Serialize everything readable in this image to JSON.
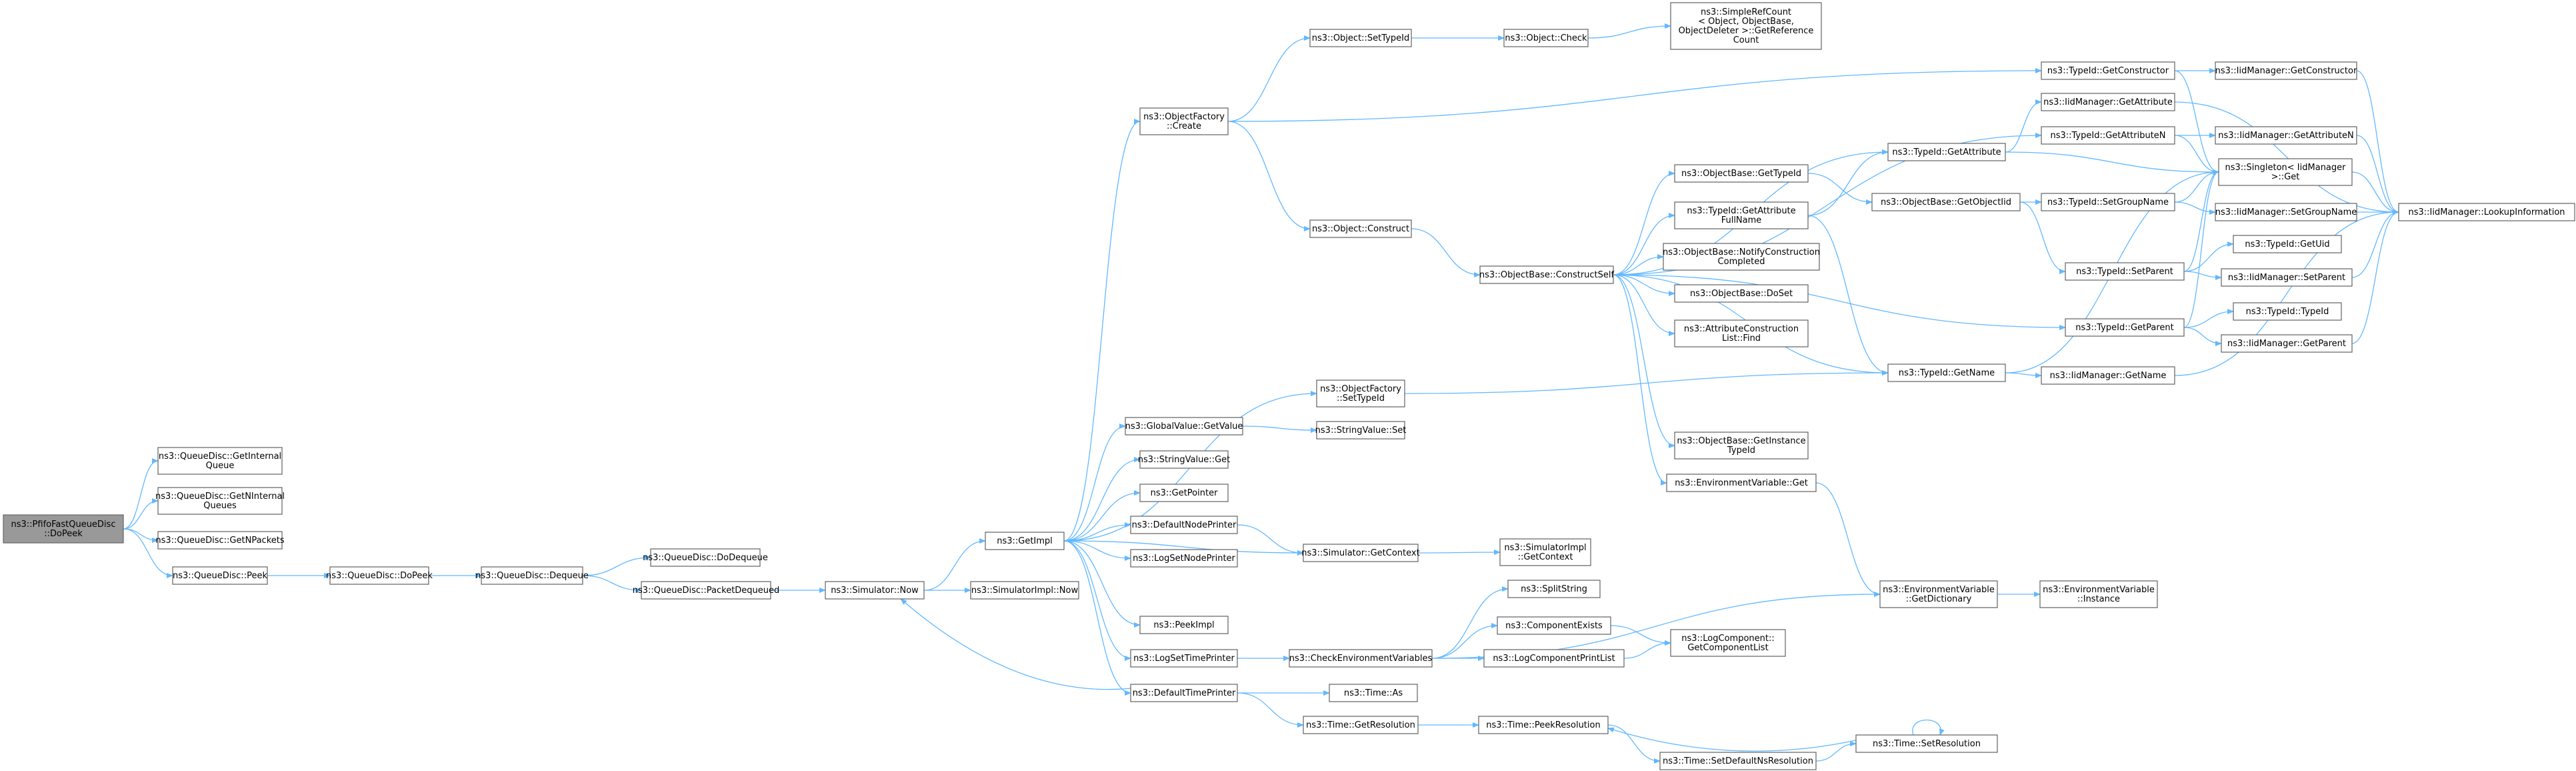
{
  "colors": {
    "edge": "#63b8ff",
    "node_border": "#606060",
    "root_fill": "#999999",
    "node_fill": "#ffffff"
  },
  "nodes": [
    {
      "id": "root",
      "lines": [
        "ns3::PfifoFastQueueDisc",
        "::DoPeek"
      ],
      "root": true
    },
    {
      "id": "qd_getinternalqueue",
      "lines": [
        "ns3::QueueDisc::GetInternal",
        "Queue"
      ]
    },
    {
      "id": "qd_getninternalqueues",
      "lines": [
        "ns3::QueueDisc::GetNInternal",
        "Queues"
      ]
    },
    {
      "id": "qd_getnpackets",
      "lines": [
        "ns3::QueueDisc::GetNPackets"
      ]
    },
    {
      "id": "qd_peek",
      "lines": [
        "ns3::QueueDisc::Peek"
      ]
    },
    {
      "id": "qd_dopeek",
      "lines": [
        "ns3::QueueDisc::DoPeek"
      ]
    },
    {
      "id": "qd_dequeue",
      "lines": [
        "ns3::QueueDisc::Dequeue"
      ]
    },
    {
      "id": "qd_dodequeue",
      "lines": [
        "ns3::QueueDisc::DoDequeue"
      ]
    },
    {
      "id": "qd_packetdequeued",
      "lines": [
        "ns3::QueueDisc::PacketDequeued"
      ]
    },
    {
      "id": "sim_now",
      "lines": [
        "ns3::Simulator::Now"
      ]
    },
    {
      "id": "getimpl",
      "lines": [
        "ns3::GetImpl"
      ]
    },
    {
      "id": "simimpl_now",
      "lines": [
        "ns3::SimulatorImpl::Now"
      ]
    },
    {
      "id": "of_create",
      "lines": [
        "ns3::ObjectFactory",
        "::Create"
      ]
    },
    {
      "id": "obj_settypeid",
      "lines": [
        "ns3::Object::SetTypeId"
      ]
    },
    {
      "id": "obj_check",
      "lines": [
        "ns3::Object::Check"
      ]
    },
    {
      "id": "simplerefcount",
      "lines": [
        "ns3::SimpleRefCount",
        "< Object, ObjectBase,",
        "ObjectDeleter >::GetReference",
        "Count"
      ]
    },
    {
      "id": "obj_construct",
      "lines": [
        "ns3::Object::Construct"
      ]
    },
    {
      "id": "ob_constructself",
      "lines": [
        "ns3::ObjectBase::ConstructSelf"
      ]
    },
    {
      "id": "ob_gettypeid",
      "lines": [
        "ns3::ObjectBase::GetTypeId"
      ]
    },
    {
      "id": "tid_getattrfullname",
      "lines": [
        "ns3::TypeId::GetAttribute",
        "FullName"
      ]
    },
    {
      "id": "ob_notifyconstruction",
      "lines": [
        "ns3::ObjectBase::NotifyConstruction",
        "Completed"
      ]
    },
    {
      "id": "ob_doset",
      "lines": [
        "ns3::ObjectBase::DoSet"
      ]
    },
    {
      "id": "acl_find",
      "lines": [
        "ns3::AttributeConstruction",
        "List::Find"
      ]
    },
    {
      "id": "ob_getinstancetypeid",
      "lines": [
        "ns3::ObjectBase::GetInstance",
        "TypeId"
      ]
    },
    {
      "id": "envvar_get",
      "lines": [
        "ns3::EnvironmentVariable::Get"
      ]
    },
    {
      "id": "tid_getattribute",
      "lines": [
        "ns3::TypeId::GetAttribute"
      ]
    },
    {
      "id": "ob_getobjectiid",
      "lines": [
        "ns3::ObjectBase::GetObjectIid"
      ]
    },
    {
      "id": "tid_getname",
      "lines": [
        "ns3::TypeId::GetName"
      ]
    },
    {
      "id": "tid_getconstructor",
      "lines": [
        "ns3::TypeId::GetConstructor"
      ]
    },
    {
      "id": "iidm_getconstructor",
      "lines": [
        "ns3::IidManager::GetConstructor"
      ]
    },
    {
      "id": "iidm_getattribute",
      "lines": [
        "ns3::IidManager::GetAttribute"
      ]
    },
    {
      "id": "tid_getattributen",
      "lines": [
        "ns3::TypeId::GetAttributeN"
      ]
    },
    {
      "id": "iidm_getattributen",
      "lines": [
        "ns3::IidManager::GetAttributeN"
      ]
    },
    {
      "id": "singleton_get",
      "lines": [
        "ns3::Singleton< IidManager",
        ">::Get"
      ]
    },
    {
      "id": "tid_setgroupname",
      "lines": [
        "ns3::TypeId::SetGroupName"
      ]
    },
    {
      "id": "iidm_setgroupname",
      "lines": [
        "ns3::IidManager::SetGroupName"
      ]
    },
    {
      "id": "iidm_lookupinfo",
      "lines": [
        "ns3::IidManager::LookupInformation"
      ]
    },
    {
      "id": "tid_setparent",
      "lines": [
        "ns3::TypeId::SetParent"
      ]
    },
    {
      "id": "tid_getuid",
      "lines": [
        "ns3::TypeId::GetUid"
      ]
    },
    {
      "id": "iidm_setparent",
      "lines": [
        "ns3::IidManager::SetParent"
      ]
    },
    {
      "id": "tid_getparent",
      "lines": [
        "ns3::TypeId::GetParent"
      ]
    },
    {
      "id": "tid_typeid",
      "lines": [
        "ns3::TypeId::TypeId"
      ]
    },
    {
      "id": "iidm_getparent",
      "lines": [
        "ns3::IidManager::GetParent"
      ]
    },
    {
      "id": "iidm_getname",
      "lines": [
        "ns3::IidManager::GetName"
      ]
    },
    {
      "id": "of_settypeid",
      "lines": [
        "ns3::ObjectFactory",
        "::SetTypeId"
      ]
    },
    {
      "id": "gv_getvalue",
      "lines": [
        "ns3::GlobalValue::GetValue"
      ]
    },
    {
      "id": "sv_set",
      "lines": [
        "ns3::StringValue::Set"
      ]
    },
    {
      "id": "sv_get",
      "lines": [
        "ns3::StringValue::Get"
      ]
    },
    {
      "id": "getpointer",
      "lines": [
        "ns3::GetPointer"
      ]
    },
    {
      "id": "defaultnodeprinter",
      "lines": [
        "ns3::DefaultNodePrinter"
      ]
    },
    {
      "id": "sim_getcontext",
      "lines": [
        "ns3::Simulator::GetContext"
      ]
    },
    {
      "id": "simimpl_getcontext",
      "lines": [
        "ns3::SimulatorImpl",
        "::GetContext"
      ]
    },
    {
      "id": "logsetnodeprinter",
      "lines": [
        "ns3::LogSetNodePrinter"
      ]
    },
    {
      "id": "peekimpl",
      "lines": [
        "ns3::PeekImpl"
      ]
    },
    {
      "id": "logsettimeprinter",
      "lines": [
        "ns3::LogSetTimePrinter"
      ]
    },
    {
      "id": "checkenvvars",
      "lines": [
        "ns3::CheckEnvironmentVariables"
      ]
    },
    {
      "id": "splitstring",
      "lines": [
        "ns3::SplitString"
      ]
    },
    {
      "id": "componentexists",
      "lines": [
        "ns3::ComponentExists"
      ]
    },
    {
      "id": "logcomponentprintlist",
      "lines": [
        "ns3::LogComponentPrintList"
      ]
    },
    {
      "id": "logcomp_getcomplist",
      "lines": [
        "ns3::LogComponent::",
        "GetComponentList"
      ]
    },
    {
      "id": "envvar_getdict",
      "lines": [
        "ns3::EnvironmentVariable",
        "::GetDictionary"
      ]
    },
    {
      "id": "envvar_instance",
      "lines": [
        "ns3::EnvironmentVariable",
        "::Instance"
      ]
    },
    {
      "id": "defaulttimeprinter",
      "lines": [
        "ns3::DefaultTimePrinter"
      ]
    },
    {
      "id": "time_as",
      "lines": [
        "ns3::Time::As"
      ]
    },
    {
      "id": "time_getresolution",
      "lines": [
        "ns3::Time::GetResolution"
      ]
    },
    {
      "id": "time_peekresolution",
      "lines": [
        "ns3::Time::PeekResolution"
      ]
    },
    {
      "id": "time_setresolution",
      "lines": [
        "ns3::Time::SetResolution"
      ]
    },
    {
      "id": "time_setdefaultnsres",
      "lines": [
        "ns3::Time::SetDefaultNsResolution"
      ]
    }
  ],
  "edges": [
    [
      "root",
      "qd_getinternalqueue"
    ],
    [
      "root",
      "qd_getninternalqueues"
    ],
    [
      "root",
      "qd_getnpackets"
    ],
    [
      "root",
      "qd_peek"
    ],
    [
      "qd_peek",
      "qd_dopeek"
    ],
    [
      "qd_dopeek",
      "qd_dequeue"
    ],
    [
      "qd_dequeue",
      "qd_dodequeue"
    ],
    [
      "qd_dequeue",
      "qd_packetdequeued"
    ],
    [
      "qd_packetdequeued",
      "sim_now"
    ],
    [
      "sim_now",
      "getimpl"
    ],
    [
      "sim_now",
      "simimpl_now"
    ],
    [
      "getimpl",
      "of_create"
    ],
    [
      "getimpl",
      "of_settypeid"
    ],
    [
      "getimpl",
      "gv_getvalue"
    ],
    [
      "getimpl",
      "sv_get"
    ],
    [
      "getimpl",
      "getpointer"
    ],
    [
      "getimpl",
      "defaultnodeprinter"
    ],
    [
      "getimpl",
      "sim_getcontext"
    ],
    [
      "getimpl",
      "logsetnodeprinter"
    ],
    [
      "getimpl",
      "peekimpl"
    ],
    [
      "getimpl",
      "logsettimeprinter"
    ],
    [
      "getimpl",
      "defaulttimeprinter"
    ],
    [
      "of_create",
      "obj_settypeid"
    ],
    [
      "of_create",
      "obj_construct"
    ],
    [
      "of_create",
      "tid_getconstructor"
    ],
    [
      "obj_settypeid",
      "obj_check"
    ],
    [
      "obj_check",
      "simplerefcount"
    ],
    [
      "obj_construct",
      "ob_constructself"
    ],
    [
      "ob_constructself",
      "ob_gettypeid"
    ],
    [
      "ob_constructself",
      "tid_getattrfullname"
    ],
    [
      "ob_constructself",
      "ob_notifyconstruction"
    ],
    [
      "ob_constructself",
      "ob_doset"
    ],
    [
      "ob_constructself",
      "acl_find"
    ],
    [
      "ob_constructself",
      "ob_getinstancetypeid"
    ],
    [
      "ob_constructself",
      "envvar_get"
    ],
    [
      "ob_constructself",
      "tid_getattribute"
    ],
    [
      "ob_constructself",
      "tid_getname"
    ],
    [
      "ob_constructself",
      "tid_getattributen"
    ],
    [
      "ob_constructself",
      "tid_getparent"
    ],
    [
      "ob_gettypeid",
      "ob_getobjectiid"
    ],
    [
      "tid_getattrfullname",
      "tid_getattribute"
    ],
    [
      "tid_getattrfullname",
      "tid_getname"
    ],
    [
      "ob_getobjectiid",
      "tid_setgroupname"
    ],
    [
      "ob_getobjectiid",
      "tid_setparent"
    ],
    [
      "tid_getconstructor",
      "iidm_getconstructor"
    ],
    [
      "tid_getconstructor",
      "singleton_get"
    ],
    [
      "tid_getattribute",
      "iidm_getattribute"
    ],
    [
      "tid_getattribute",
      "singleton_get"
    ],
    [
      "tid_getattributen",
      "iidm_getattributen"
    ],
    [
      "tid_getattributen",
      "singleton_get"
    ],
    [
      "tid_setgroupname",
      "iidm_setgroupname"
    ],
    [
      "tid_setgroupname",
      "singleton_get"
    ],
    [
      "tid_setparent",
      "tid_getuid"
    ],
    [
      "tid_setparent",
      "iidm_setparent"
    ],
    [
      "tid_setparent",
      "singleton_get"
    ],
    [
      "tid_getparent",
      "tid_typeid"
    ],
    [
      "tid_getparent",
      "iidm_getparent"
    ],
    [
      "tid_getparent",
      "singleton_get"
    ],
    [
      "tid_getname",
      "iidm_getname"
    ],
    [
      "tid_getname",
      "singleton_get"
    ],
    [
      "iidm_getconstructor",
      "iidm_lookupinfo"
    ],
    [
      "iidm_getattribute",
      "iidm_lookupinfo"
    ],
    [
      "iidm_getattributen",
      "iidm_lookupinfo"
    ],
    [
      "iidm_setgroupname",
      "iidm_lookupinfo"
    ],
    [
      "iidm_setparent",
      "iidm_lookupinfo"
    ],
    [
      "iidm_getparent",
      "iidm_lookupinfo"
    ],
    [
      "iidm_getname",
      "iidm_lookupinfo"
    ],
    [
      "singleton_get",
      "iidm_lookupinfo"
    ],
    [
      "of_settypeid",
      "tid_getname"
    ],
    [
      "gv_getvalue",
      "sv_set"
    ],
    [
      "defaultnodeprinter",
      "sim_getcontext"
    ],
    [
      "sim_getcontext",
      "simimpl_getcontext"
    ],
    [
      "logsettimeprinter",
      "checkenvvars"
    ],
    [
      "checkenvvars",
      "splitstring"
    ],
    [
      "checkenvvars",
      "componentexists"
    ],
    [
      "checkenvvars",
      "logcomponentprintlist"
    ],
    [
      "checkenvvars",
      "envvar_getdict"
    ],
    [
      "componentexists",
      "logcomp_getcomplist"
    ],
    [
      "logcomponentprintlist",
      "logcomp_getcomplist"
    ],
    [
      "envvar_get",
      "envvar_getdict"
    ],
    [
      "envvar_getdict",
      "envvar_instance"
    ],
    [
      "defaulttimeprinter",
      "sim_now"
    ],
    [
      "defaulttimeprinter",
      "time_as"
    ],
    [
      "defaulttimeprinter",
      "time_getresolution"
    ],
    [
      "time_getresolution",
      "time_peekresolution"
    ],
    [
      "time_peekresolution",
      "time_setdefaultnsres"
    ],
    [
      "time_setdefaultnsres",
      "time_setresolution"
    ],
    [
      "time_setresolution",
      "time_peekresolution"
    ],
    [
      "time_setresolution",
      "time_setresolution"
    ]
  ]
}
